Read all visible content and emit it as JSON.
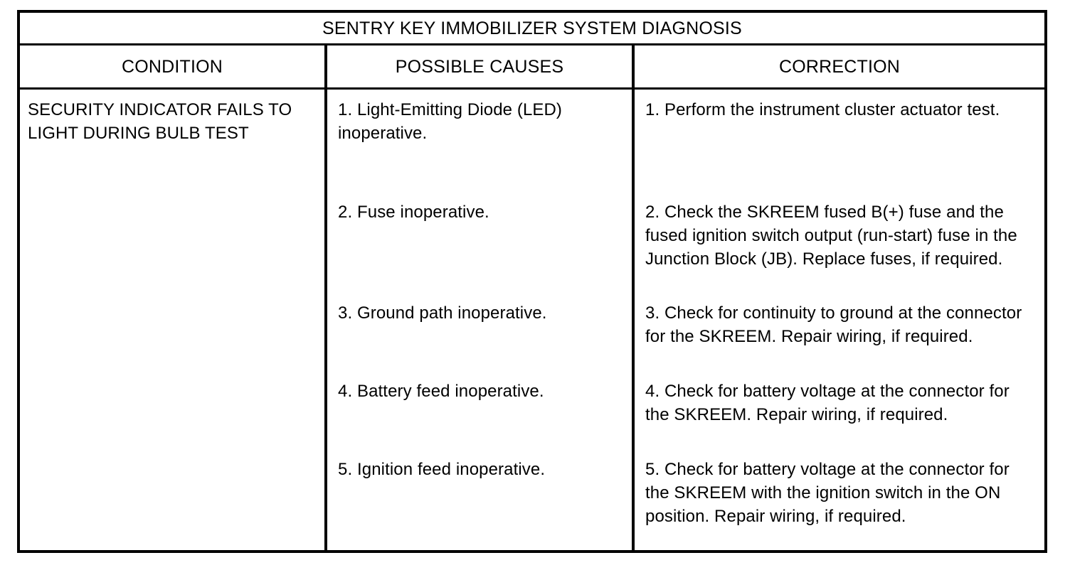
{
  "document": {
    "title": "SENTRY KEY IMMOBILIZER SYSTEM DIAGNOSIS"
  },
  "table": {
    "headers": {
      "condition": "CONDITION",
      "possible_causes": "POSSIBLE CAUSES",
      "correction": "CORRECTION"
    },
    "rows": [
      {
        "condition": "SECURITY INDICATOR FAILS TO LIGHT DURING BULB TEST",
        "causes": [
          "1. Light-Emitting Diode (LED) inoperative.",
          "2. Fuse inoperative.",
          "3. Ground path inoperative.",
          "4. Battery feed inoperative.",
          "5. Ignition feed inoperative."
        ],
        "corrections": [
          "1. Perform the instrument cluster actuator test.",
          "2. Check the SKREEM fused B(+) fuse and the fused ignition switch output (run-start) fuse in the Junction Block (JB). Replace fuses, if required.",
          "3. Check for continuity to ground at the connector for the SKREEM. Repair wiring, if required.",
          "4. Check for battery voltage at the connector for the SKREEM. Repair wiring, if required.",
          "5. Check for battery voltage at the connector for the SKREEM with the ignition switch in the ON position. Repair wiring, if required."
        ]
      }
    ]
  },
  "colors": {
    "background": "#ffffff",
    "text": "#000000",
    "border": "#000000"
  }
}
